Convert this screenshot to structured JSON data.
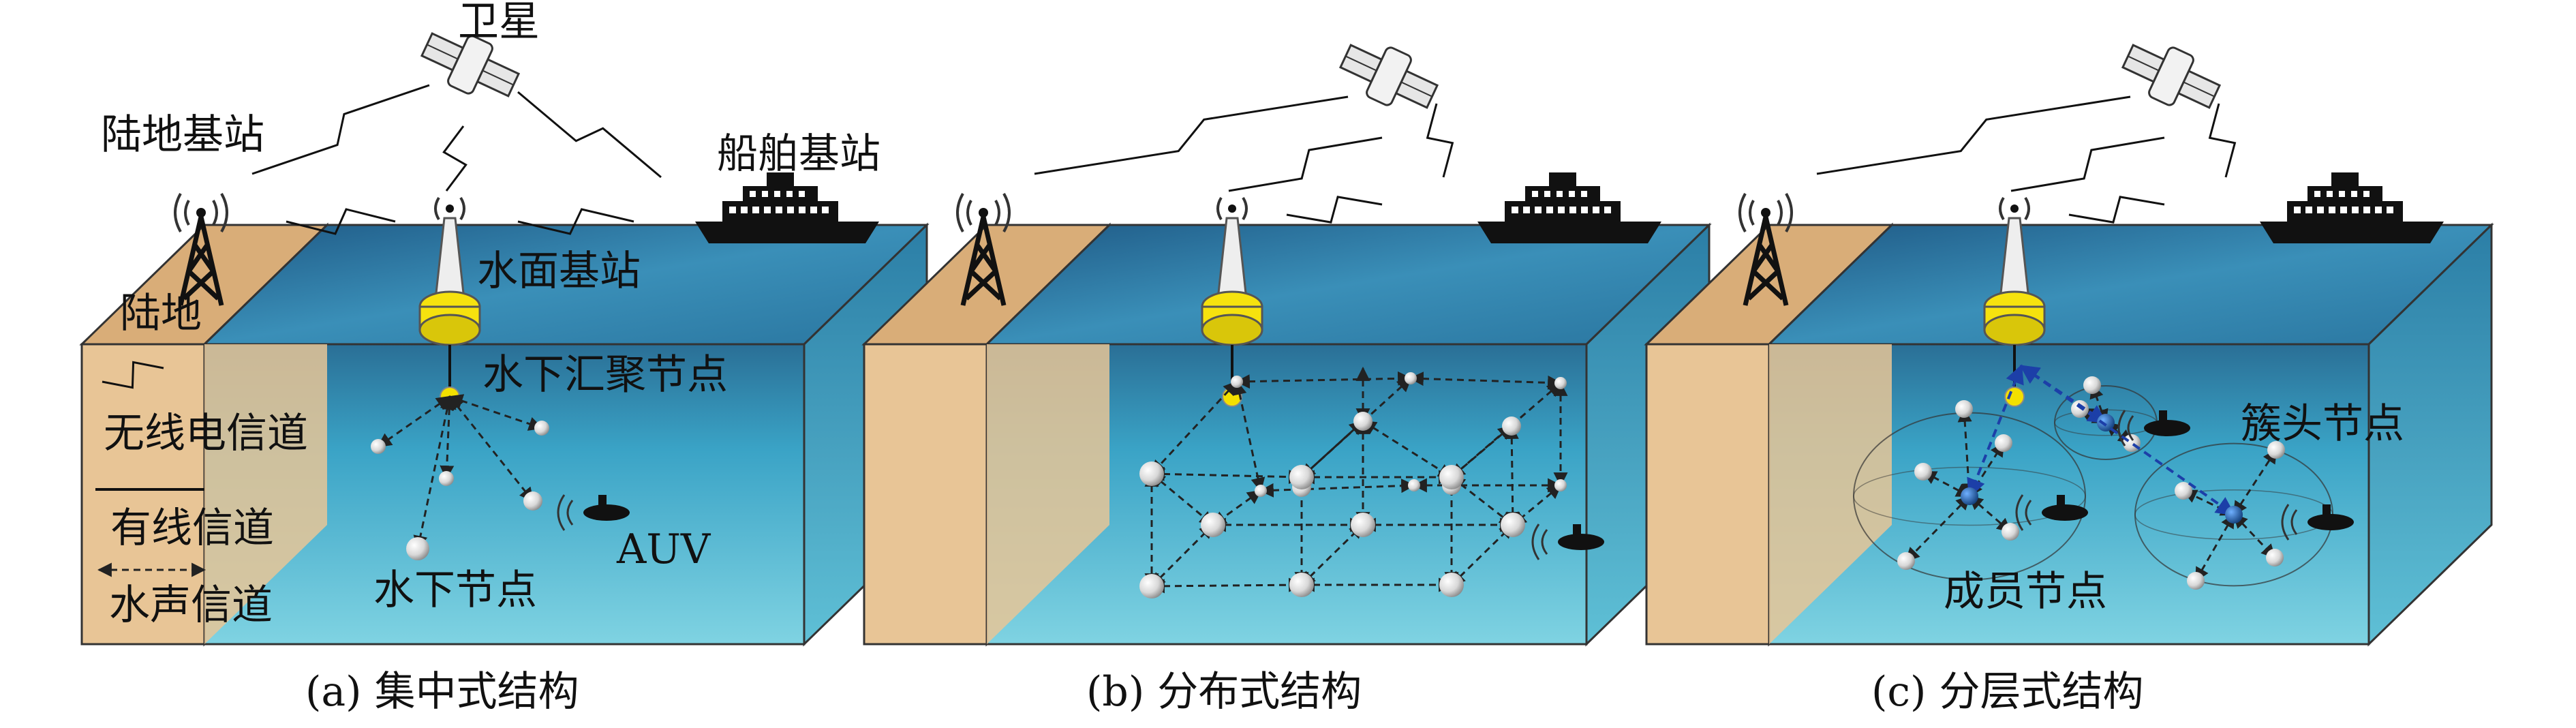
{
  "panels": [
    {
      "id": "a",
      "caption": "(a) 集中式结构",
      "labels": {
        "satellite": "卫星",
        "land_station": "陆地基站",
        "ship_station": "船舶基站",
        "surface_station": "水面基站",
        "land": "陆地",
        "sink_node": "水下汇聚节点",
        "auv": "AUV",
        "underwater_node": "水下节点"
      },
      "legend": {
        "radio": "无线电信道",
        "wired": "有线信道",
        "acoustic": "水声信道"
      }
    },
    {
      "id": "b",
      "caption": "(b) 分布式结构"
    },
    {
      "id": "c",
      "caption": "(c) 分层式结构",
      "labels": {
        "cluster_head": "簇头节点",
        "member_node": "成员节点"
      }
    }
  ],
  "colors": {
    "sand": "#e8c596",
    "sand_dark": "#d9ad78",
    "water_top": "#2f8db5",
    "water_deep": "#5cc3da",
    "buoy": "#f6e20e",
    "sink": "#f3e000",
    "cluster_head": "#1c5fa8"
  }
}
